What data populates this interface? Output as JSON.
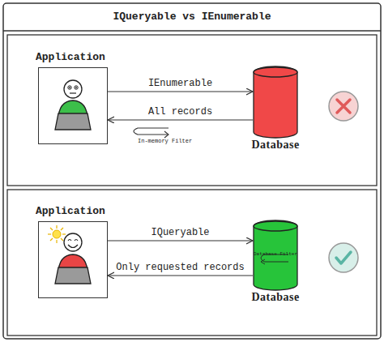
{
  "diagram": {
    "title": "IQueryable vs IEnumerable",
    "nodes": [
      {
        "text": [
          "Application"
        ]
      },
      {
        "text": [
          "Database"
        ]
      },
      {
        "text": [
          "Application"
        ]
      },
      {
        "text": [
          "Database Filter",
          "Database"
        ]
      }
    ],
    "edges": [
      {
        "from": 0,
        "to": 1,
        "label": "IEnumerable",
        "arrow": "to"
      },
      {
        "from": 1,
        "to": 0,
        "label": "All records",
        "arrow": "to"
      },
      {
        "from": 2,
        "to": 3,
        "label": "IQueryable",
        "arrow": "to"
      },
      {
        "from": 3,
        "to": 2,
        "label": "Only requested records",
        "arrow": "to"
      }
    ],
    "labels": [
      "In-memory Filter"
    ]
  }
}
